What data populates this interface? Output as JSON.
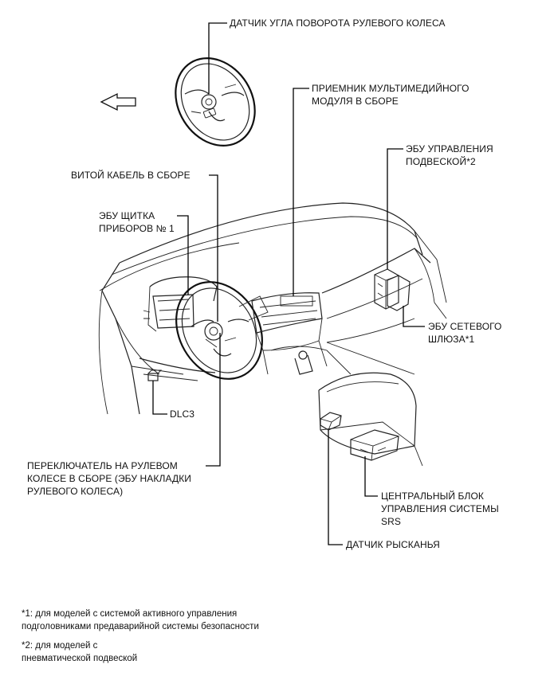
{
  "labels": {
    "steering_angle_sensor": "ДАТЧИК УГЛА ПОВОРОТА РУЛЕВОГО КОЛЕСА",
    "multimedia_receiver_l1": "ПРИЕМНИК МУЛЬТИМЕДИЙНОГО",
    "multimedia_receiver_l2": "МОДУЛЯ В СБОРЕ",
    "suspension_ecu_l1": "ЭБУ УПРАВЛЕНИЯ",
    "suspension_ecu_l2": "ПОДВЕСКОЙ*2",
    "spiral_cable": "ВИТОЙ КАБЕЛЬ В СБОРЕ",
    "meter_ecu_l1": "ЭБУ ЩИТКА",
    "meter_ecu_l2": "ПРИБОРОВ № 1",
    "gateway_ecu_l1": "ЭБУ СЕТЕВОГО",
    "gateway_ecu_l2": "ШЛЮЗА*1",
    "dlc3": "DLC3",
    "steering_switch_l1": "ПЕРЕКЛЮЧАТЕЛЬ НА РУЛЕВОМ",
    "steering_switch_l2": "КОЛЕСЕ В СБОРЕ (ЭБУ НАКЛАДКИ",
    "steering_switch_l3": "РУЛЕВОГО КОЛЕСА)",
    "srs_unit_l1": "ЦЕНТРАЛЬНЫЙ БЛОК",
    "srs_unit_l2": "УПРАВЛЕНИЯ СИСТЕМЫ",
    "srs_unit_l3": "SRS",
    "yaw_sensor": "ДАТЧИК РЫСКАНЬЯ"
  },
  "footnotes": {
    "note1_l1": "*1: для моделей с системой активного управления",
    "note1_l2": "подголовниками предаварийной системы безопасности",
    "note2_l1": "*2: для моделей с",
    "note2_l2": "пневматической подвеской"
  }
}
